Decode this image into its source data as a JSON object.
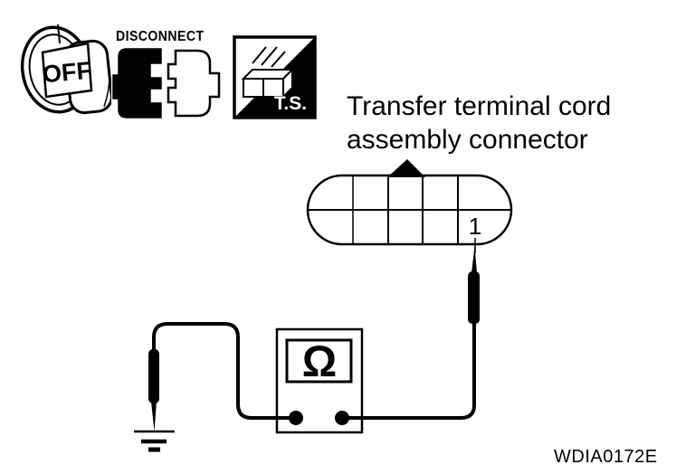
{
  "header_icons": {
    "ignition_key": {
      "label": "OFF"
    },
    "disconnect": {
      "label": "DISCONNECT"
    },
    "test_switch": {
      "label": "T.S."
    }
  },
  "diagram": {
    "title_line1": "Transfer terminal cord",
    "title_line2": "assembly connector",
    "pin_label": "1",
    "meter_symbol": "Ω"
  },
  "figure_id": "WDIA0172E",
  "colors": {
    "ink": "#000000",
    "background": "#ffffff"
  }
}
